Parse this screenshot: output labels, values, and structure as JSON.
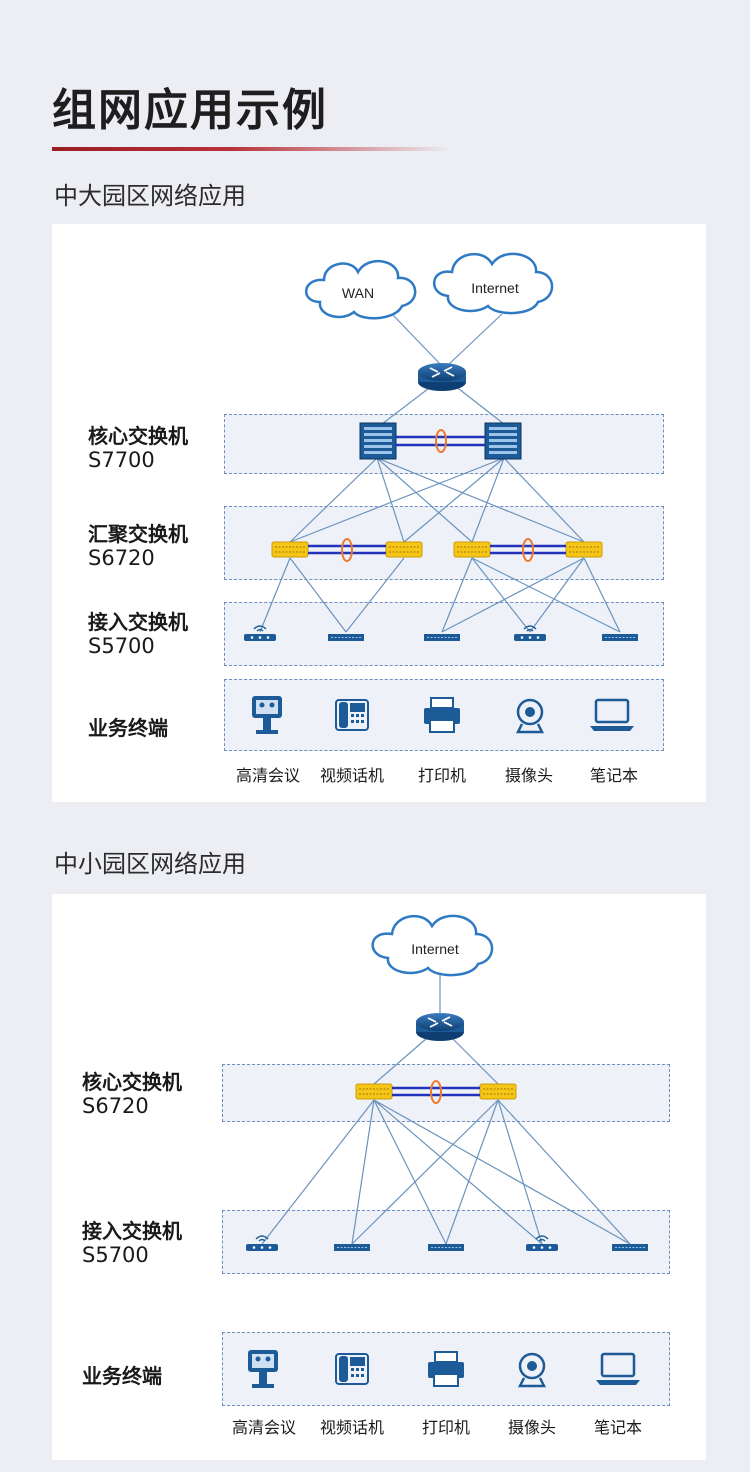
{
  "page": {
    "title": "组网应用示例"
  },
  "large": {
    "section_title": "中大园区网络应用",
    "clouds": [
      "WAN",
      "Internet"
    ],
    "core": {
      "name": "核心交换机",
      "model": "S7700"
    },
    "aggregation": {
      "name": "汇聚交换机",
      "model": "S6720"
    },
    "access": {
      "name": "接入交换机",
      "model": "S5700"
    },
    "terminals": {
      "name": "业务终端",
      "items": [
        "高清会议",
        "视频话机",
        "打印机",
        "摄像头",
        "笔记本"
      ]
    }
  },
  "small": {
    "section_title": "中小园区网络应用",
    "clouds": [
      "Internet"
    ],
    "core": {
      "name": "核心交换机",
      "model": "S6720"
    },
    "access": {
      "name": "接入交换机",
      "model": "S5700"
    },
    "terminals": {
      "name": "业务终端",
      "items": [
        "高清会议",
        "视频话机",
        "打印机",
        "摄像头",
        "笔记本"
      ]
    }
  },
  "colors": {
    "line": "#6b93bd",
    "device_blue": "#1c5b97",
    "switch_yellow": "#f5c518",
    "stack_link": "#2233bb",
    "stack_ring": "#ef7a2f",
    "title_rule": "#9b1c24"
  },
  "icons": [
    "router-icon",
    "core-switch-icon",
    "agg-switch-icon",
    "access-switch-icon",
    "wireless-ap-icon",
    "video-conference-icon",
    "ip-phone-icon",
    "printer-icon",
    "camera-icon",
    "laptop-icon"
  ]
}
